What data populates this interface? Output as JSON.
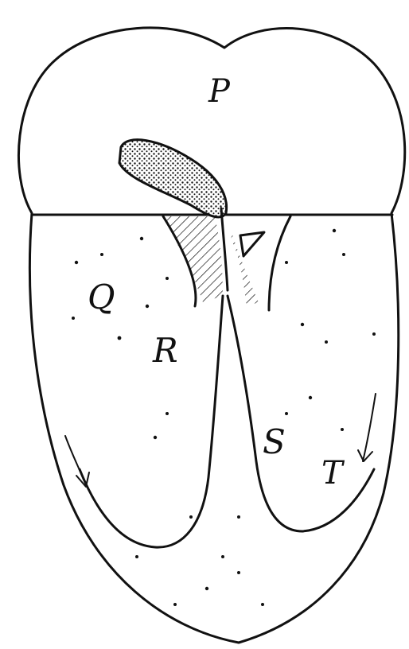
{
  "diagram": {
    "labels": {
      "P": "P",
      "Q": "Q",
      "R": "R",
      "S": "S",
      "T": "T",
      "Delta": "Δ"
    }
  }
}
